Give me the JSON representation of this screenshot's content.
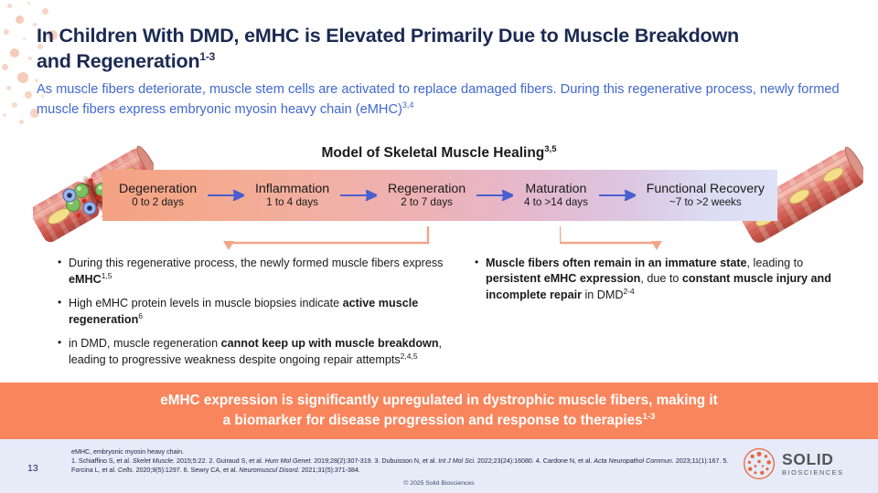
{
  "title": {
    "line1": "In Children With DMD, eMHC is Elevated Primarily Due to Muscle Breakdown",
    "line2": "and Regeneration",
    "superscript": "1-3"
  },
  "subtitle": {
    "text": "As muscle fibers deteriorate, muscle stem cells are activated to replace damaged fibers. During this regenerative process, newly formed muscle fibers express embryonic myosin heavy chain (eMHC)",
    "superscript": "3,4"
  },
  "model": {
    "heading": "Model of Skeletal Muscle Healing",
    "heading_superscript": "3,5",
    "arrow_color": "#4A5FD0",
    "gradient_start": "#F4A183",
    "gradient_end": "#DFE2F7",
    "stages": [
      {
        "name": "Degeneration",
        "duration": "0 to 2 days"
      },
      {
        "name": "Inflammation",
        "duration": "1 to 4 days"
      },
      {
        "name": "Regeneration",
        "duration": "2 to 7 days"
      },
      {
        "name": "Maturation",
        "duration": "4 to >14 days"
      },
      {
        "name": "Functional Recovery",
        "duration": "~7 to >2 weeks"
      }
    ]
  },
  "bullets_left": [
    {
      "parts": [
        {
          "t": "During this regenerative process, the newly formed muscle fibers express ",
          "b": false
        },
        {
          "t": "eMHC",
          "b": true
        },
        {
          "t": "1,5",
          "sup": true
        }
      ]
    },
    {
      "parts": [
        {
          "t": "High eMHC protein levels in muscle biopsies indicate ",
          "b": false
        },
        {
          "t": "active muscle regeneration",
          "b": true
        },
        {
          "t": "6",
          "sup": true
        }
      ]
    },
    {
      "parts": [
        {
          "t": "in DMD, muscle regeneration ",
          "b": false
        },
        {
          "t": "cannot keep up with muscle breakdown",
          "b": true
        },
        {
          "t": ", leading to progressive weakness despite ongoing repair attempts",
          "b": false
        },
        {
          "t": "2,4,5",
          "sup": true
        }
      ]
    }
  ],
  "bullets_right": [
    {
      "parts": [
        {
          "t": "Muscle fibers often remain in an immature state",
          "b": true
        },
        {
          "t": ", leading to ",
          "b": false
        },
        {
          "t": "persistent eMHC expression",
          "b": true
        },
        {
          "t": ", due to ",
          "b": false
        },
        {
          "t": "constant muscle injury and incomplete repair",
          "b": true
        },
        {
          "t": " in DMD",
          "b": false
        },
        {
          "t": "2-4",
          "sup": true
        }
      ]
    }
  ],
  "banner": {
    "line1": "eMHC expression is significantly upregulated in dystrophic muscle fibers, making it",
    "line2": "a biomarker for disease progression and response to therapies",
    "superscript": "1-3",
    "background": "#F9855C"
  },
  "footer": {
    "slide_number": "13",
    "abbreviation": "eMHC, embryonic myosin heavy chain.",
    "references_line1_pre": "1. Schiaffino S, et al. ",
    "references": "1. Schiaffino S, et al. Skelet Muscle. 2015;5:22. 2. Guiraud S, et al. Hum Mol Genet. 2019;28(2):307-319. 3. Dubuisson N, et al. Int J Mol Sci. 2022;23(24):16080. 4. Cardone N, et al. Acta Neuropathol Commun. 2023;11(1):167. 5. Forcina L, et al. Cells. 2020;9(5):1297. 6. Sewry CA, et al. Neuromuscul Disord. 2021;31(5):371-384.",
    "copyright": "© 2025 Solid Biosciences",
    "background": "#E6EBF7"
  },
  "logo": {
    "name": "SOLID",
    "tagline": "BIOSCIENCES",
    "mark_color": "#E8653C",
    "text_color": "#53565A"
  }
}
